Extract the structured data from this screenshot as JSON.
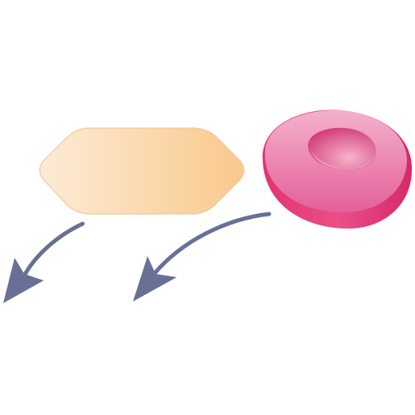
{
  "illustration": {
    "shapes": [
      {
        "name": "elongated-cell-icon",
        "kind": "hexagonal-cell",
        "colors": {
          "light": "#fdebd6",
          "dark": "#f9c98c",
          "edge": "#f2c79a"
        }
      },
      {
        "name": "red-blood-cell-icon",
        "kind": "biconcave-disc",
        "colors": {
          "top_light": "#f2a7c6",
          "top_dark": "#e35f93",
          "rim": "#e53f7d",
          "rim_dark": "#d6286a",
          "dimple": "#d43c76"
        }
      }
    ],
    "arrows": [
      {
        "name": "left-arrow-icon",
        "direction": "down-left",
        "color": "#697096"
      },
      {
        "name": "right-arrow-icon",
        "direction": "down-left",
        "color": "#697096"
      }
    ]
  }
}
